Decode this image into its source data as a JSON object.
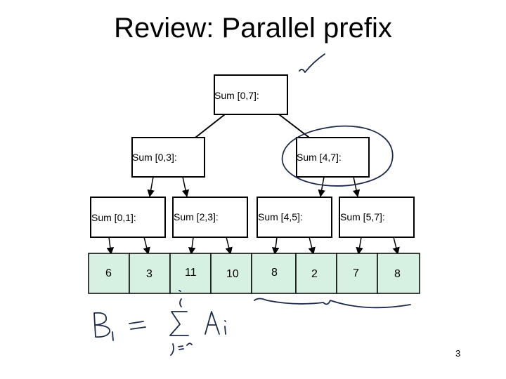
{
  "slide": {
    "title": "Review: Parallel prefix",
    "number": "3"
  },
  "tree": {
    "root": {
      "label": "Sum [0,7]:"
    },
    "level1": [
      {
        "label": "Sum [0,3]:"
      },
      {
        "label": "Sum [4,7]:"
      }
    ],
    "level2": [
      {
        "label": "Sum [0,1]:"
      },
      {
        "label": "Sum [2,3]:"
      },
      {
        "label": "Sum [4,5]:"
      },
      {
        "label": "Sum [5,7]:"
      }
    ]
  },
  "array": {
    "values": [
      "6",
      "3",
      "11",
      "10",
      "8",
      "2",
      "7",
      "8"
    ],
    "fill_color": "#d6f0e2"
  },
  "annotations": {
    "ink_color": "#1b2a4a"
  }
}
